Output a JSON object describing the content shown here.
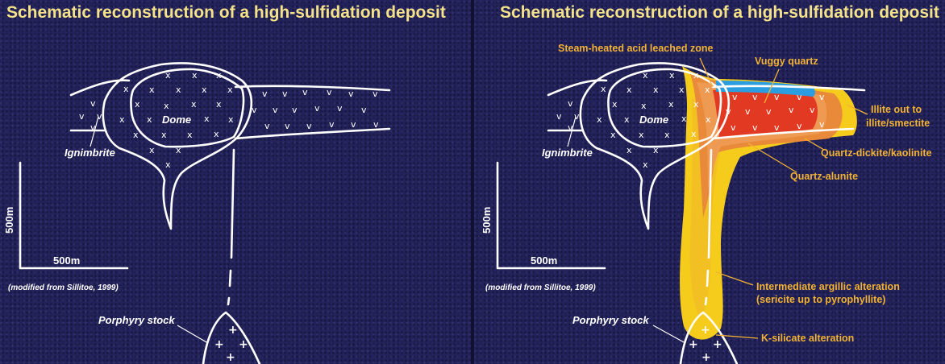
{
  "left_panel": {
    "title": "Schematic reconstruction of a high-sulfidation deposit",
    "labels": {
      "dome": "Dome",
      "ignimbrite": "Ignimbrite",
      "porphyry_stock": "Porphyry stock",
      "source_note": "(modified from Sillitoe, 1999)",
      "scale_horizontal": "500m",
      "scale_vertical": "500m"
    }
  },
  "right_panel": {
    "title": "Schematic reconstruction of a high-sulfidation deposit",
    "labels": {
      "dome": "Dome",
      "ignimbrite": "Ignimbrite",
      "porphyry_stock": "Porphyry stock",
      "source_note": "(modified from Sillitoe, 1999)",
      "scale_horizontal": "500m",
      "scale_vertical": "500m"
    },
    "zones": {
      "steam_heated": "Steam-heated acid leached zone",
      "vuggy_quartz": "Vuggy quartz",
      "illite_line1": "Illite out to",
      "illite_line2": "illite/smectite",
      "quartz_dickite": "Quartz-dickite/kaolinite",
      "quartz_alunite": "Quartz-alunite",
      "intermediate_line1": "Intermediate argillic alteration",
      "intermediate_line2": "(sericite up to pyrophyllite)",
      "k_silicate": "K-silicate alteration"
    }
  },
  "symbols": {
    "dome_mark": "x",
    "ignimbrite_mark": "v",
    "stock_mark": "+"
  },
  "colors": {
    "background": "#23225a",
    "title": "#f4e28a",
    "annotation": "#f2b233",
    "yellow_zone": "#f6cc1c",
    "orange_zone": "#e98a3a",
    "red_zone": "#e23a22",
    "blue_zone": "#2a9ee0"
  }
}
